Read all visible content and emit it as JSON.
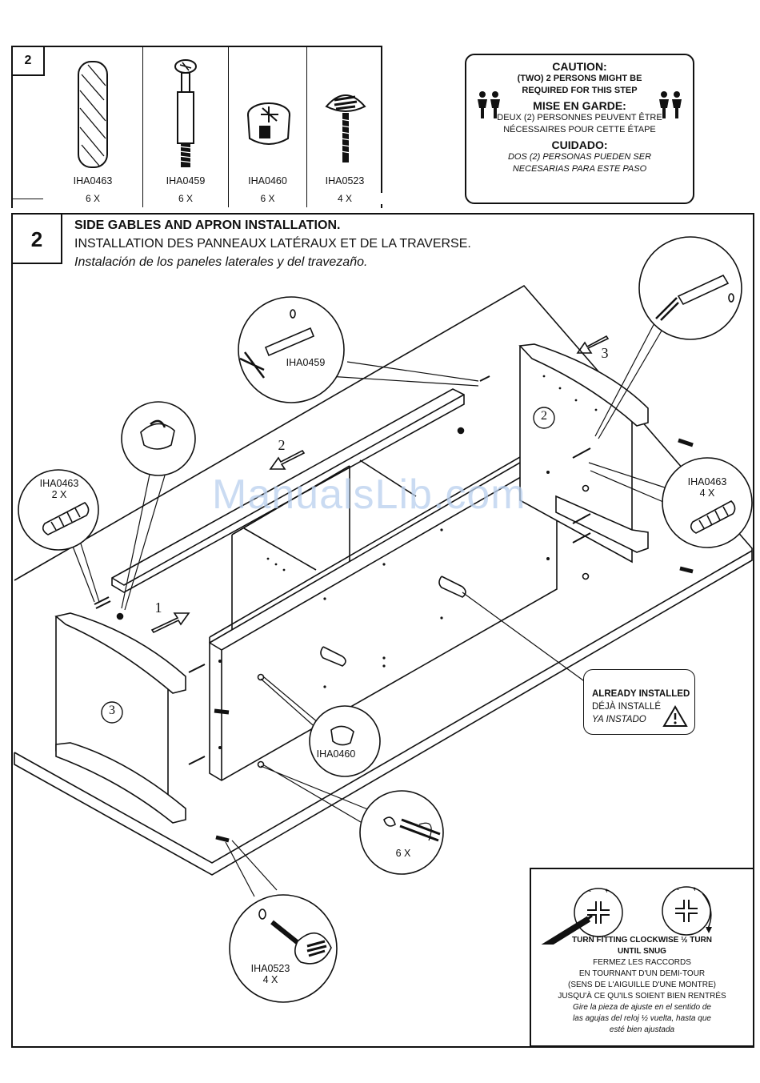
{
  "parts": {
    "step_number": "2",
    "items": [
      {
        "code": "IHA0463",
        "qty": "6 X"
      },
      {
        "code": "IHA0459",
        "qty": "6 X"
      },
      {
        "code": "IHA0460",
        "qty": "6 X"
      },
      {
        "code": "IHA0523",
        "qty": "4 X"
      }
    ]
  },
  "caution": {
    "en_title": "CAUTION:",
    "en_line1": "(TWO) 2 PERSONS MIGHT BE",
    "en_line2": "REQUIRED FOR THIS STEP",
    "fr_title": "MISE EN GARDE:",
    "fr_line1": "DEUX (2) PERSONNES PEUVENT  ÊTRE",
    "fr_line2": "NÉCESSAIRES POUR CETTE ÉTAPE",
    "es_title": "CUIDADO:",
    "es_line1": "DOS (2) PERSONAS PUEDEN SER",
    "es_line2": "NECESARIAS PARA ESTE PASO"
  },
  "step": {
    "number": "2",
    "title_en": "SIDE GABLES AND APRON  INSTALLATION.",
    "title_fr": "INSTALLATION DES PANNEAUX LATÉRAUX ET DE LA TRAVERSE.",
    "title_es": "Instalación de los paneles laterales y del travezaño."
  },
  "callouts": {
    "cam_bolt": "IHA0459",
    "dowel_left_code": "IHA0463",
    "dowel_left_qty": "2 X",
    "dowel_right_code": "IHA0463",
    "dowel_right_qty": "4 X",
    "cam_lock": "IHA0460",
    "screw_qty": "6 X",
    "bolt_code": "IHA0523",
    "bolt_qty": "4 X"
  },
  "panel_numbers": {
    "p1": "1",
    "p2": "2",
    "p3": "3",
    "p2_side": "2",
    "p3_side": "3"
  },
  "installed": {
    "en": "ALREADY INSTALLED",
    "fr": "DÉJÀ INSTALLÉ",
    "es": "YA INSTADO"
  },
  "turn_note": {
    "en1": "TURN FITTING CLOCKWISE ½ TURN",
    "en2": "UNTIL SNUG",
    "fr1": "FERMEZ LES RACCORDS",
    "fr2": "EN TOURNANT D'UN DEMI-TOUR",
    "fr3": "(SENS DE L'AIGUILLE D'UNE MONTRE)",
    "fr4": "JUSQU'À CE QU'ILS SOIENT BIEN RENTRÉS",
    "es1": "Gire la pieza de ajuste en el sentido de",
    "es2": "las agujas del reloj ½ vuelta, hasta que",
    "es3": "esté bien ajustada"
  },
  "watermark": "ManualsLib.com"
}
